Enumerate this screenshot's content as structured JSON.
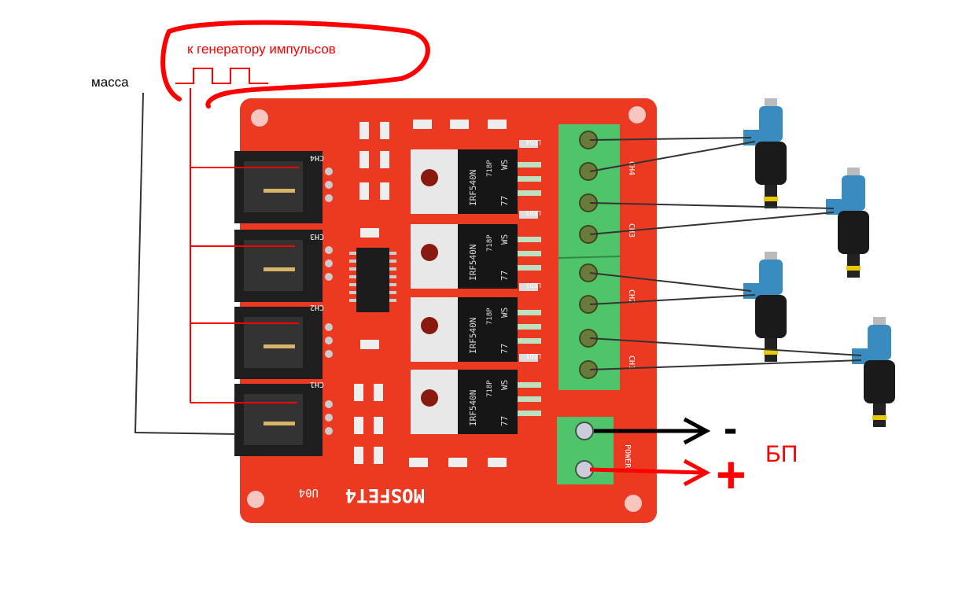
{
  "annotations": {
    "ground_label": "масса",
    "pulse_generator_label": "к генератору импульсов",
    "minus_sign": "-",
    "plus_sign": "+",
    "power_supply_label": "БП"
  },
  "board": {
    "name": "MOSFET4",
    "code": "U04",
    "input_channels": [
      "CH4",
      "CH3",
      "CH2",
      "CH1"
    ],
    "output_channels": [
      "CH4",
      "CH3",
      "CH2",
      "CH1"
    ],
    "power_label": "POWER",
    "mosfet_part": "IRF540N",
    "mosfet_marking_1": "718P",
    "mosfet_marking_2": "WS",
    "mosfet_marking_3": "77",
    "leds": [
      "LED4",
      "LED3",
      "LED2",
      "LED1"
    ]
  },
  "colors": {
    "board": "#ec3a22",
    "terminal": "#4fc46a",
    "annotation_red": "#ff0000",
    "injector_blue": "#3a8cc0"
  }
}
